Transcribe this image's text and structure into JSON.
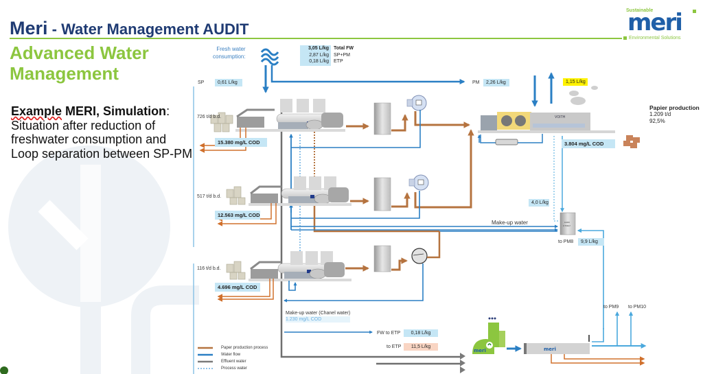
{
  "header": {
    "title_brand": "Meri",
    "title_rest": " - Water Management AUDIT",
    "subtitle": "Advanced Water Management",
    "subtitle_line1": "Advanced Water",
    "subtitle_line2": "Management"
  },
  "logo": {
    "tagline_top": "Sustainable",
    "wordmark": "meri",
    "tagline_bottom": "Environmental Solutions"
  },
  "description": {
    "lead_underlined": "Example",
    "lead_rest": " MERI, Simulation",
    "colon": ":",
    "body": "Situation after reduction of freshwater consumption and Loop separation between SP-PM"
  },
  "fresh_water": {
    "label_line1": "Fresh water",
    "label_line2": "consumption:",
    "summary": [
      {
        "value": "3,05 L/kg",
        "label": "Total FW",
        "bold": true
      },
      {
        "value": "2,87 L/kg",
        "label": "SP+PM",
        "bold": false
      },
      {
        "value": "0,18 L/kg",
        "label": "ETP",
        "bold": false
      }
    ]
  },
  "flows": {
    "sp_label": "SP",
    "sp_value": "0,61 L/kg",
    "pm_label": "PM",
    "pm_value": "2,26 L/kg",
    "evaporation_value": "1,15 L/kg",
    "pm_cod": "3.804 mg/L COD",
    "return_value": "4,0 L/kg",
    "to_pm8_label": "to PM8",
    "to_pm8_value": "9,9 L/kg",
    "to_pm9_label": "to PM9",
    "to_pm10_label": "to PM10",
    "makeup_water": "Make-up water",
    "chanel_water": "Make-up water (Chanel water)",
    "chanel_cod": "1.230 mg/L COD",
    "fw_to_etp_label": "FW to ETP",
    "fw_to_etp_value": "0,18 L/kg",
    "to_etp_label": "to ETP",
    "to_etp_value": "11,5 L/kg"
  },
  "stock_lines": [
    {
      "capacity": "726 t/d b.d.",
      "cod": "15.380 mg/L COD"
    },
    {
      "capacity": "517 t/d b.d.",
      "cod": "12.563 mg/L COD"
    },
    {
      "capacity": "116 t/d b.d.",
      "cod": "4.696 mg/L COD"
    }
  ],
  "paper_machine": {
    "brand": "VOITH",
    "heading": "Papier production",
    "output": "1.209 t/d",
    "efficiency": "92,5%"
  },
  "treatment": {
    "plant_brand": "meri",
    "filter_brand": "meri"
  },
  "legend": [
    {
      "label": "Paper production process",
      "color": "#b5733f",
      "style": "solid"
    },
    {
      "label": "Water flow",
      "color": "#2a7fc4",
      "style": "solid"
    },
    {
      "label": "Effluent water",
      "color": "#7a7a7a",
      "style": "solid"
    },
    {
      "label": "Process water",
      "color": "#6aaee0",
      "style": "dotted"
    }
  ],
  "colors": {
    "title_blue": "#1f3b73",
    "brand_green": "#8cc63f",
    "water_blue": "#2a7fc4",
    "light_water_blue": "#4aa8dd",
    "process_brown": "#b5733f",
    "effluent_grey": "#7a7a7a",
    "value_box": "#c5e6f5",
    "highlight_yellow": "#fff200",
    "etp_salmon": "#f9d5c3"
  }
}
